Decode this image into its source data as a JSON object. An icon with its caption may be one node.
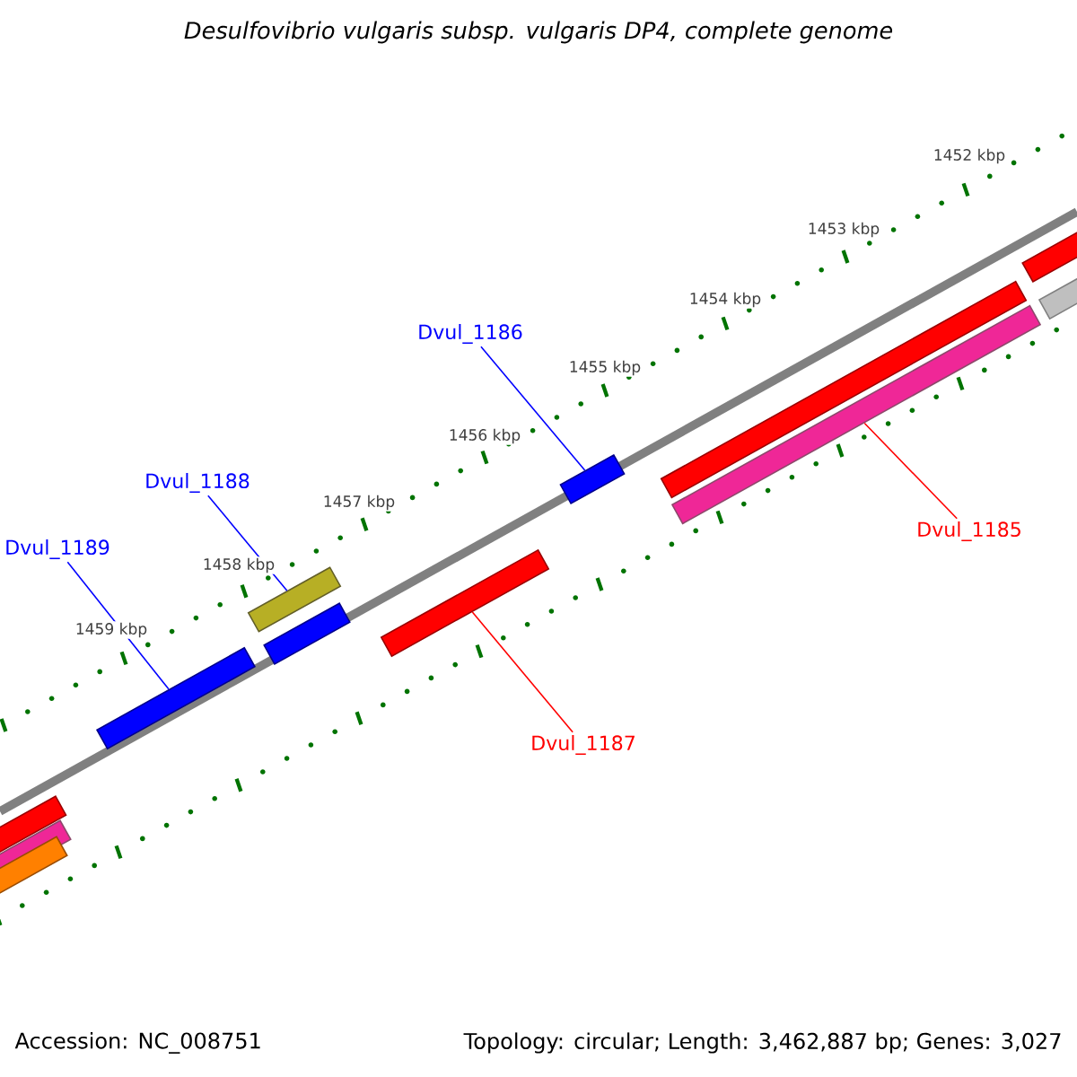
{
  "diagram": {
    "title": "Desulfovibrio vulgaris subsp. vulgaris DP4, complete genome",
    "nodes": [
      {
        "text": [
          "Dvul_1189"
        ]
      },
      {
        "text": [
          "Dvul_1188"
        ]
      },
      {
        "text": [
          "Dvul_1186"
        ]
      },
      {
        "text": [
          "Dvul_1185"
        ]
      },
      {
        "text": [
          "Dvul_1187"
        ]
      },
      {
        "text": [],
        "shape": "bar"
      },
      {
        "text": [],
        "shape": "bar"
      },
      {
        "text": [],
        "shape": "bar"
      },
      {
        "text": [],
        "shape": "bar"
      },
      {
        "text": [],
        "shape": "bar"
      }
    ],
    "edges": [
      {
        "from": 0,
        "to": 5,
        "arrow": "none"
      },
      {
        "from": 1,
        "to": 6,
        "arrow": "none"
      },
      {
        "from": 2,
        "to": 8,
        "arrow": "none"
      },
      {
        "from": 3,
        "to": 9,
        "arrow": "none",
        "color": "#ff0000"
      },
      {
        "from": 4,
        "to": 7,
        "arrow": "none",
        "color": "#ff0000"
      }
    ],
    "labels": [
      "1452 kbp",
      "1453 kbp",
      "1454 kbp",
      "1455 kbp",
      "1456 kbp",
      "1457 kbp",
      "1458 kbp",
      "1459 kbp",
      "Accession: NC_008751",
      "Topology: circular; Length: 3,462,887 bp; Genes: 3,027"
    ]
  }
}
